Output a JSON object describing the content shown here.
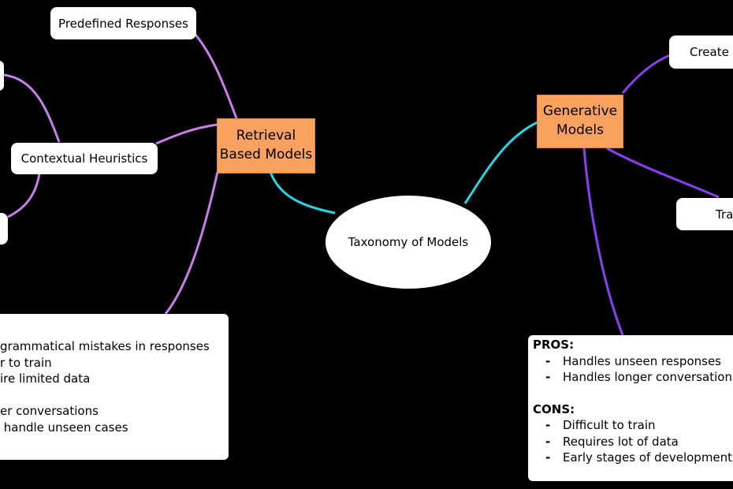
{
  "center": {
    "label": "Taxonomy of Models"
  },
  "retrieval": {
    "label_line1": "Retrieval",
    "label_line2": "Based Models",
    "children": {
      "predefined": "Predefined Responses",
      "contextual": "Contextual Heuristics"
    },
    "notes": [
      "grammatical mistakes in responses",
      "r to train",
      "ire limited data",
      "",
      "er conversations",
      " handle unseen cases"
    ]
  },
  "generative": {
    "label_line1": "Generative",
    "label_line2": "Models",
    "children": {
      "create": "Create I",
      "train": "Tra"
    },
    "pros_title": "PROS:",
    "pros": [
      "Handles unseen responses",
      "Handles longer conversation"
    ],
    "cons_title": "CONS:",
    "cons": [
      "Difficult to train",
      "Requires lot of data",
      "Early stages of development"
    ],
    "bullet": "-"
  },
  "colors": {
    "background": "#000000",
    "retrieval_edges": "#c77ee8",
    "generative_edges": "#8a3ff0",
    "center_edges": "#27d6e6",
    "topic_fill": "#f9a15f"
  }
}
